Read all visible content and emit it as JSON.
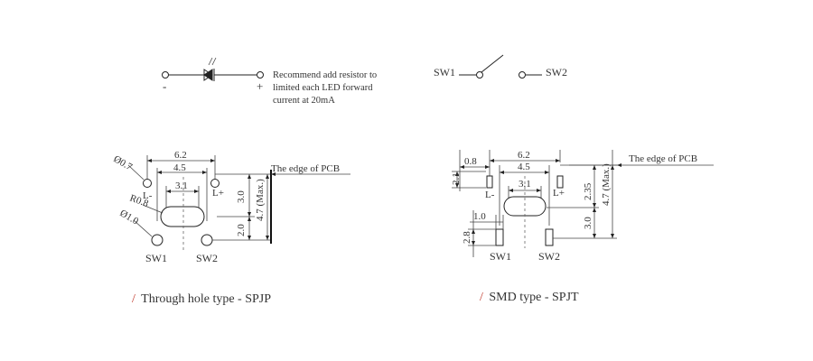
{
  "legend": {
    "led_note": [
      "Recommend add resistor to",
      "limited each LED forward",
      "current at 20mA"
    ],
    "minus": "-",
    "plus": "+",
    "sw1": "SW1",
    "sw2": "SW2"
  },
  "through_hole": {
    "caption_prefix": "/",
    "caption": "Through hole type - SPJP",
    "dim_62": "6.2",
    "dim_45": "4.5",
    "dim_31": "3.1",
    "dim_30": "3.0",
    "dim_20": "2.0",
    "dim_47": "4.7 (Max.)",
    "hole_07": "Ø0.7",
    "radius_08": "R0.8",
    "hole_10": "Ø1.0",
    "l_minus": "L-",
    "l_plus": "L+",
    "pcb_edge": "The edge of PCB",
    "sw1": "SW1",
    "sw2": "SW2"
  },
  "smd": {
    "caption_prefix": "/",
    "caption": "SMD type - SPJT",
    "dim_08": "0.8",
    "dim_62": "6.2",
    "dim_45": "4.5",
    "dim_31": "3.1",
    "dim_21": "2.1",
    "dim_235": "2.35",
    "dim_47": "4.7 (Max.)",
    "dim_10": "1.0",
    "dim_28": "2.8",
    "dim_30": "3.0",
    "l_minus": "L-",
    "l_plus": "L+",
    "pcb_edge": "The edge of PCB",
    "sw1": "SW1",
    "sw2": "SW2"
  },
  "colors": {
    "accent": "#c0392b",
    "line": "#222222"
  }
}
